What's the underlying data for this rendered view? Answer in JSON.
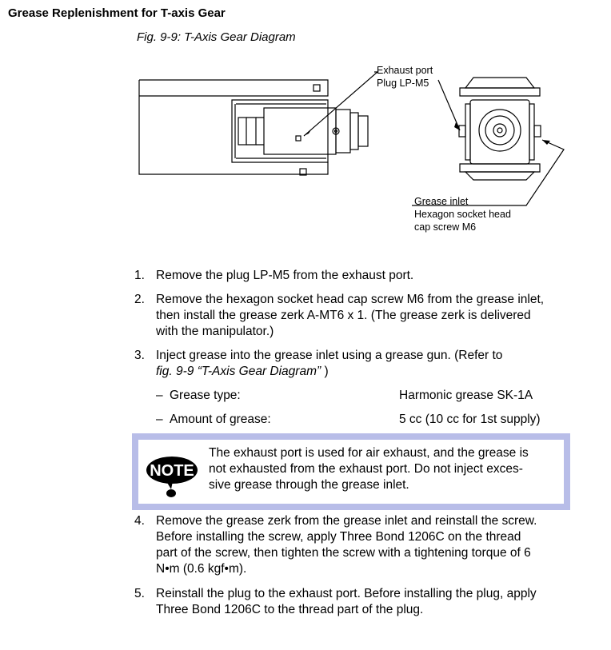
{
  "heading": "Grease Replenishment for T-axis Gear",
  "figure": {
    "caption": "Fig. 9-9: T-Axis Gear Diagram",
    "callout_exhaust": [
      "Exhaust port",
      "Plug LP-M5"
    ],
    "callout_inlet": [
      "Grease inlet",
      "Hexagon socket head",
      "cap screw M6"
    ]
  },
  "steps": [
    {
      "num": "1.",
      "lines": [
        "Remove the plug LP-M5 from the exhaust port."
      ]
    },
    {
      "num": "2.",
      "lines": [
        "Remove the hexagon socket head cap screw M6 from the grease inlet,",
        "then install the grease zerk A-MT6 x 1.  (The grease zerk is delivered",
        "with the manipulator.)"
      ]
    },
    {
      "num": "3.",
      "lines": [
        "Inject grease into the grease inlet using a grease gun.  (Refer to"
      ],
      "ref_prefix": "fig. 9-9  “T-Axis Gear Diagram”",
      "ref_suffix": " )"
    }
  ],
  "specs": [
    {
      "dash": "–",
      "label": "Grease type:",
      "value": "Harmonic grease SK-1A"
    },
    {
      "dash": "–",
      "label": "Amount of grease:",
      "value": "5 cc (10 cc for 1st supply)"
    }
  ],
  "note": {
    "icon_label": "NOTE",
    "lines": [
      "The exhaust port is used for air exhaust, and the grease is",
      "not exhausted from the exhaust port.  Do not inject exces-",
      "sive grease through the grease inlet."
    ]
  },
  "steps_after": [
    {
      "num": "4.",
      "lines": [
        "Remove the grease zerk from the grease inlet and reinstall the screw.",
        "Before installing the screw, apply Three Bond 1206C on the thread",
        "part of the screw, then tighten the screw with a tightening torque of 6",
        "N•m (0.6 kgf•m)."
      ]
    },
    {
      "num": "5.",
      "lines": [
        "Reinstall the plug to the exhaust port.  Before installing the plug, apply",
        "Three Bond 1206C to the thread part of the plug."
      ]
    }
  ],
  "colors": {
    "note_border": "#b8bde8",
    "text": "#000000"
  }
}
